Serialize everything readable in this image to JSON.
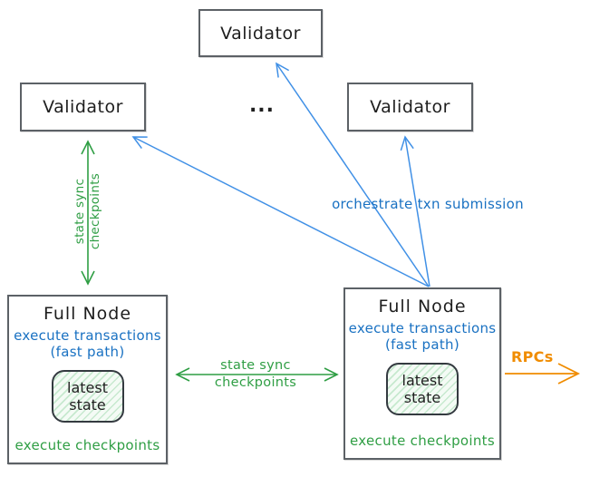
{
  "colors": {
    "green": "#2f9e44",
    "blue": "#1971c2",
    "blue_arrow": "#4090e6",
    "orange": "#f08c00",
    "border": "#5c6166",
    "ink": "#1e1e1e",
    "state_border": "#343a40",
    "state_hatch": "#c7e9cf",
    "state_bg": "#f4fbf5"
  },
  "validators": {
    "top": "Validator",
    "left": "Validator",
    "right": "Validator"
  },
  "ellipsis": "...",
  "full_node_left": {
    "title": "Full Node",
    "exec1": "execute transactions",
    "exec2": "(fast path)",
    "state1": "latest",
    "state2": "state",
    "footer": "execute checkpoints"
  },
  "full_node_right": {
    "title": "Full Node",
    "exec1": "execute transactions",
    "exec2": "(fast path)",
    "state1": "latest",
    "state2": "state",
    "footer": "execute checkpoints"
  },
  "labels": {
    "vertical_sync_1": "state sync",
    "vertical_sync_2": "checkpoints",
    "horizontal_sync_1": "state sync",
    "horizontal_sync_2": "checkpoints",
    "orchestrate": "orchestrate txn submission",
    "rpcs": "RPCs"
  }
}
